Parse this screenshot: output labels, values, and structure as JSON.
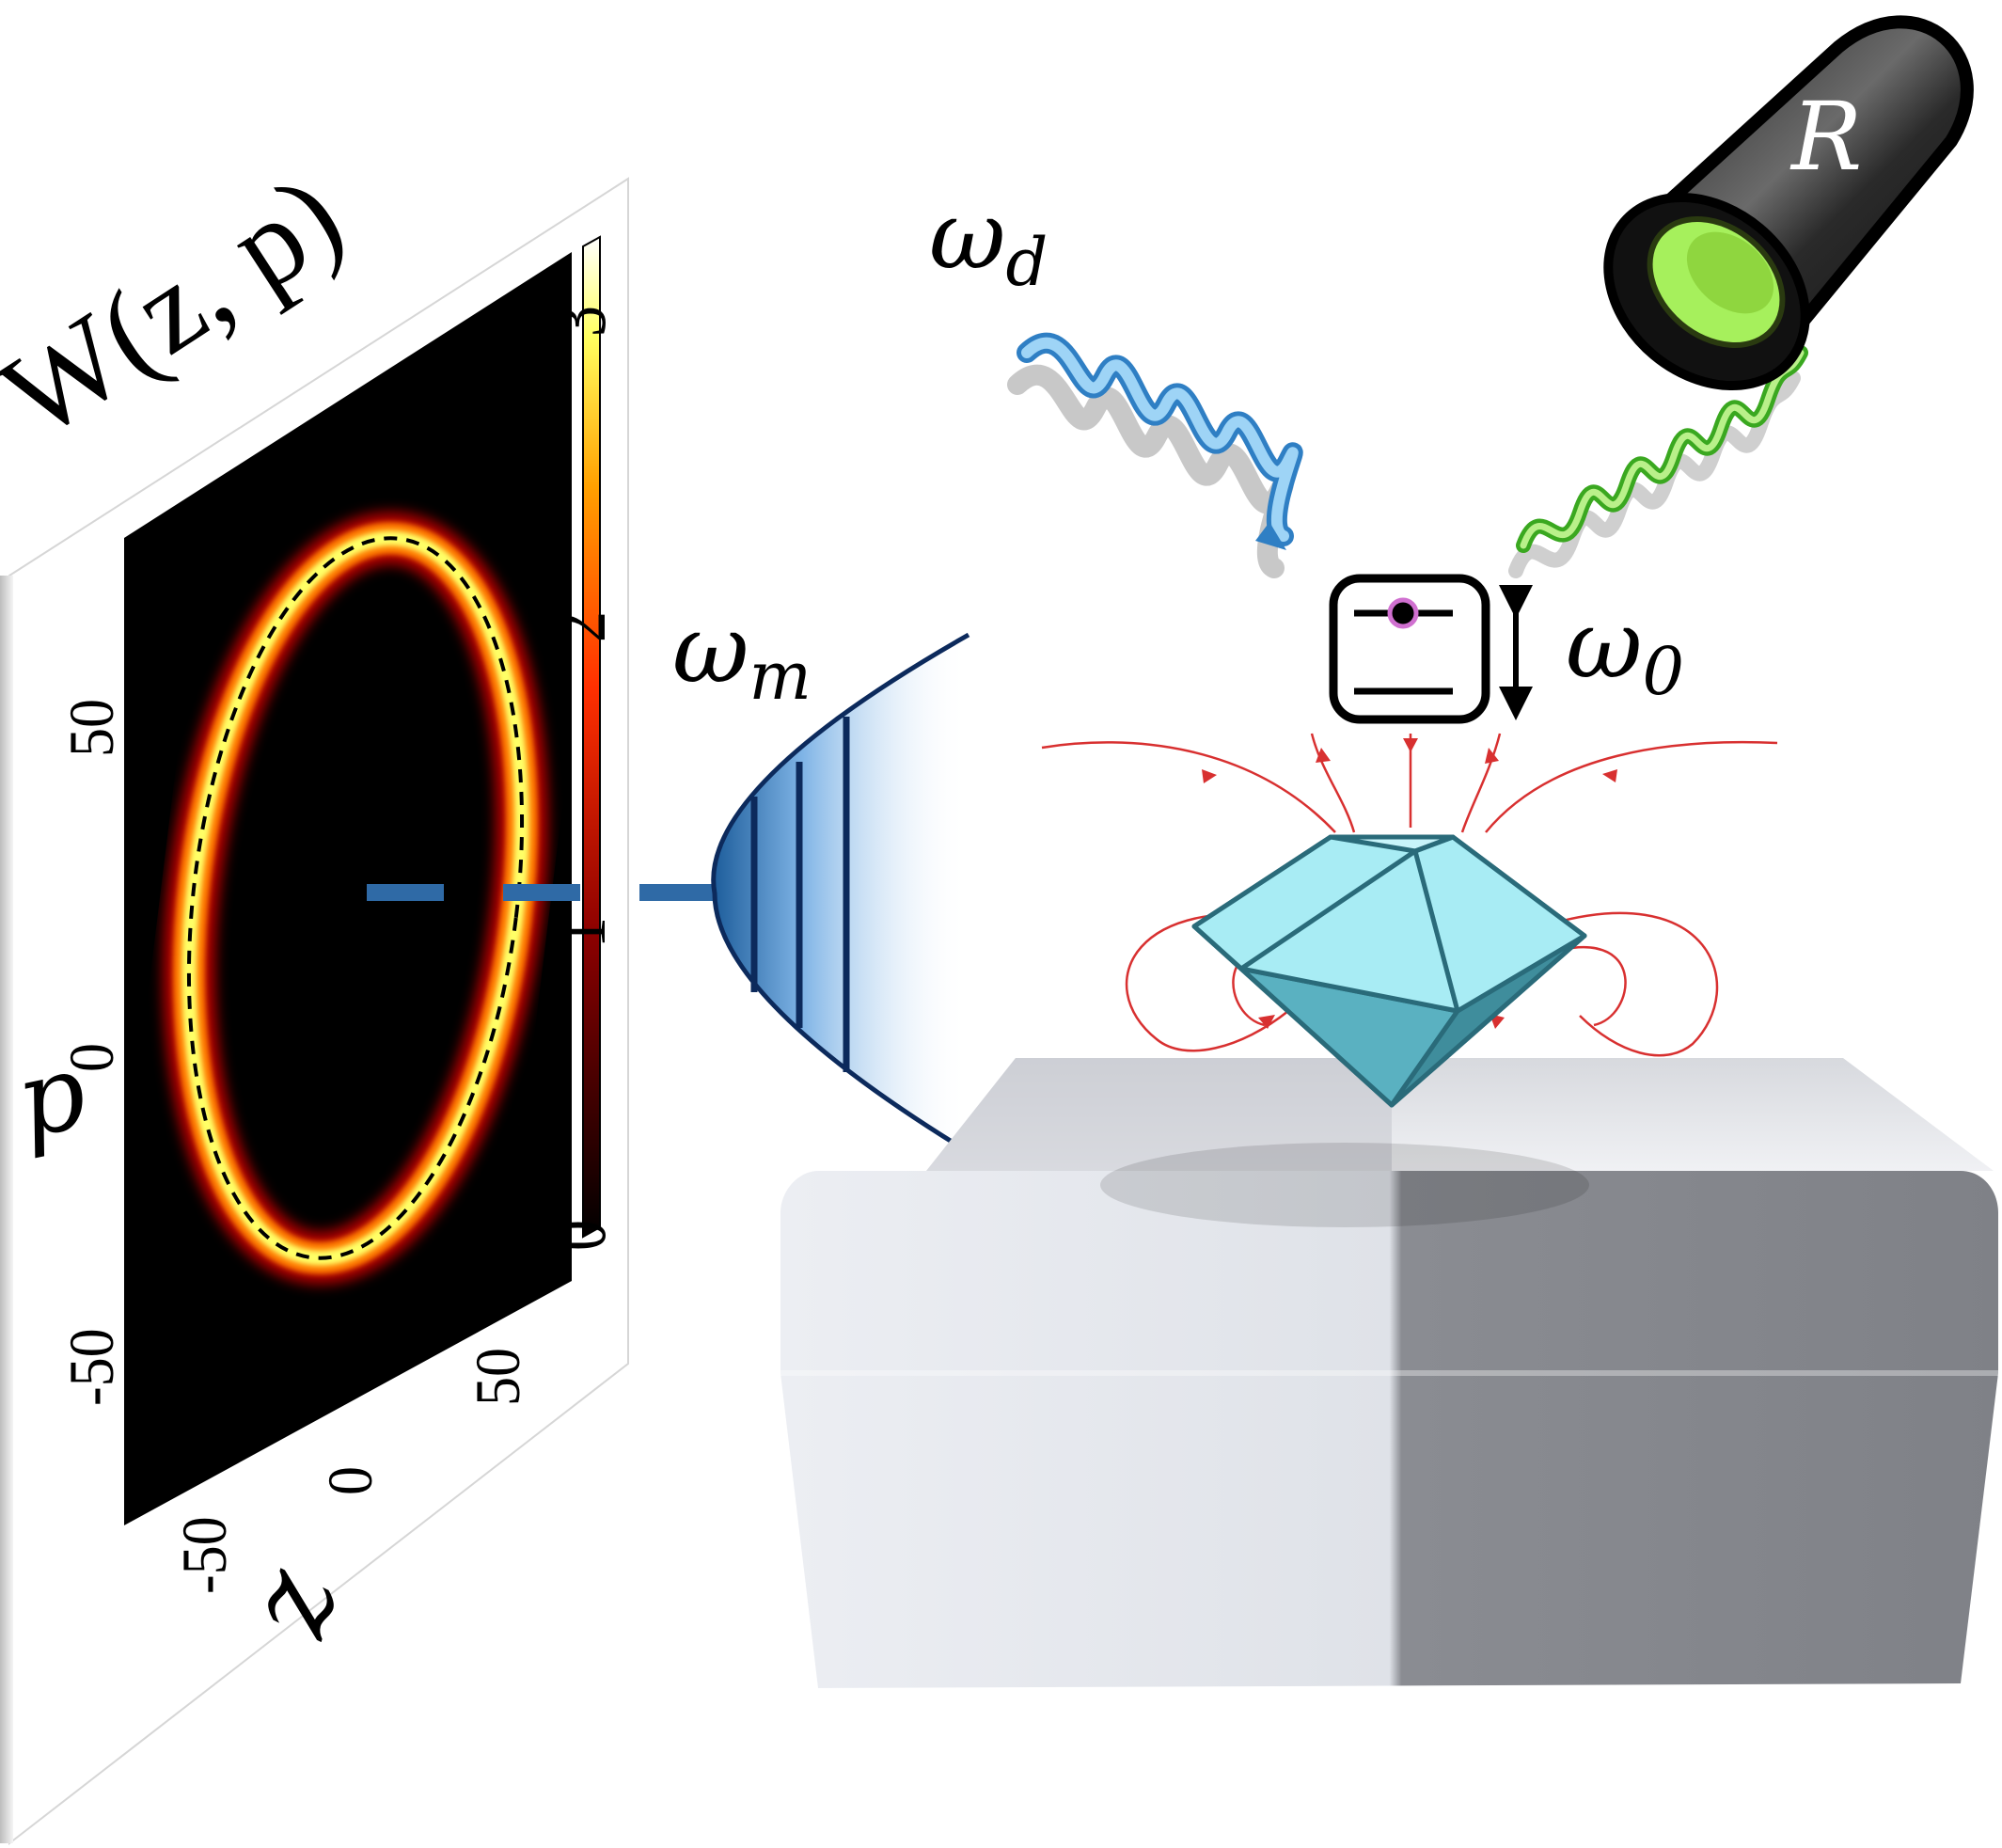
{
  "wigner_panel": {
    "title": "W(z, p)",
    "x_axis_label": "z",
    "y_axis_label": "p",
    "x_ticks": [
      "-50",
      "0",
      "50"
    ],
    "y_ticks": [
      "50",
      "0",
      "-50"
    ],
    "colorbar_ticks": [
      "3",
      "2",
      "1",
      "0"
    ],
    "colors": {
      "background": "#000000",
      "ring_outer": "#c00000",
      "ring_mid": "#ff7a00",
      "ring_inner": "#ffff66"
    }
  },
  "labels": {
    "mechanical_frequency": "ω",
    "mechanical_subscript": "m",
    "drive_frequency": "ω",
    "drive_subscript": "d",
    "qubit_frequency": "ω",
    "qubit_subscript": "0",
    "readout": "R"
  },
  "colors": {
    "drive_wave": "#5aaee8",
    "readout_wave": "#79d64a",
    "field_lines": "#d83030",
    "diamond_top": "#a8ecf4",
    "diamond_bottom": "#4fa3b3",
    "connector": "#2f6aa6",
    "readout_lens": "#a6f05c"
  }
}
